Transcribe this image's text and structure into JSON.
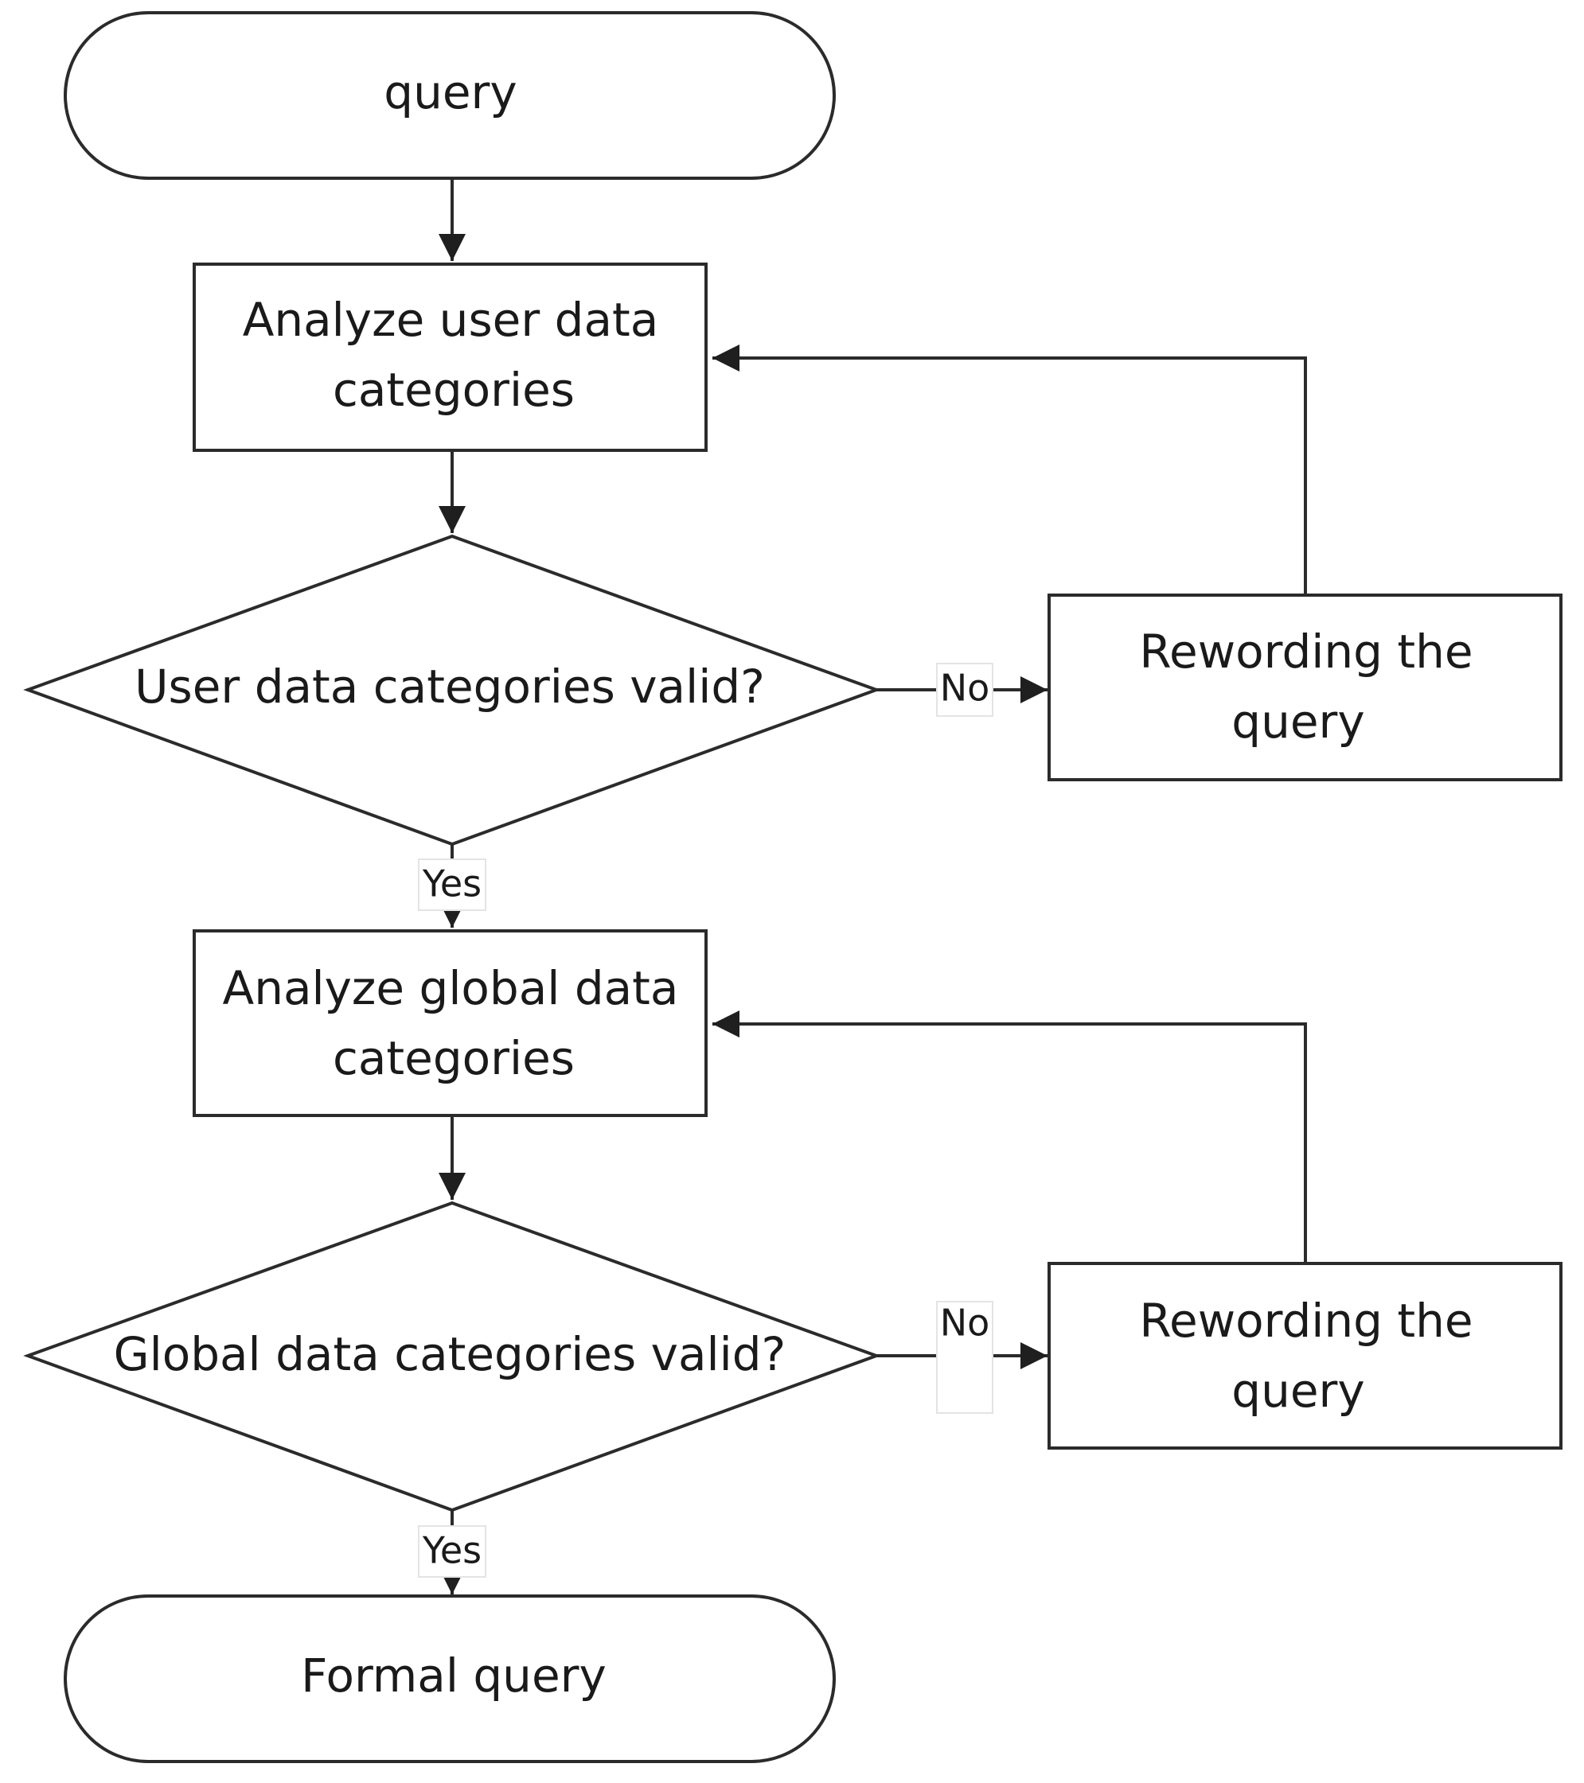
{
  "nodes": {
    "start": {
      "lines": [
        "query"
      ]
    },
    "analyze_user": {
      "lines": [
        "Analyze user data",
        "categories"
      ]
    },
    "user_valid": {
      "lines": [
        "User data categories valid?"
      ]
    },
    "reword_1": {
      "lines": [
        "Rewording the",
        "query"
      ]
    },
    "analyze_global": {
      "lines": [
        "Analyze global data",
        "categories"
      ]
    },
    "global_valid": {
      "lines": [
        "Global data categories valid?"
      ]
    },
    "reword_2": {
      "lines": [
        "Rewording the",
        "query"
      ]
    },
    "end": {
      "lines": [
        "Formal query"
      ]
    }
  },
  "edges": {
    "user_no": "No",
    "user_yes": "Yes",
    "global_no": "No",
    "global_yes": "Yes"
  }
}
